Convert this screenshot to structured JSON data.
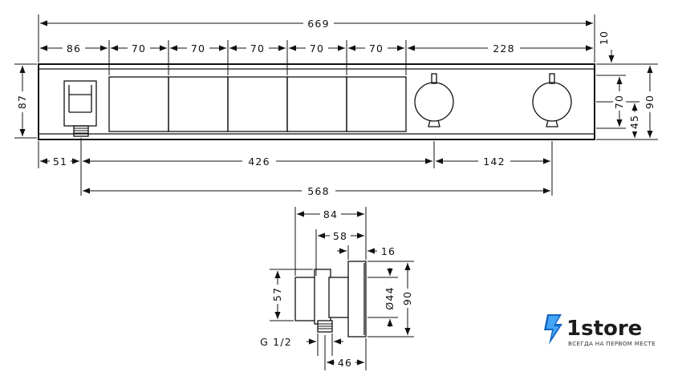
{
  "top_view": {
    "overall_width": "669",
    "top_offset": "10",
    "segments": [
      "86",
      "70",
      "70",
      "70",
      "70",
      "70",
      "228"
    ],
    "height_left": "87",
    "height_right": "90",
    "right_dim_70": "70",
    "right_dim_45": "45",
    "bottom_dims": [
      "51",
      "426",
      "142"
    ],
    "bottom_total": "568"
  },
  "side_view": {
    "dim_84": "84",
    "dim_58": "58",
    "dim_16": "16",
    "dim_57": "57",
    "dim_diameter": "Ø44",
    "dim_90": "90",
    "thread": "G 1/2",
    "dim_46": "46"
  },
  "brand": {
    "name": "1store",
    "tagline": "ВСЕГДА НА ПЕРВОМ МЕСТЕ",
    "accent_color": "#2f7de1",
    "logo_icon": "lightning-bolt-icon"
  }
}
